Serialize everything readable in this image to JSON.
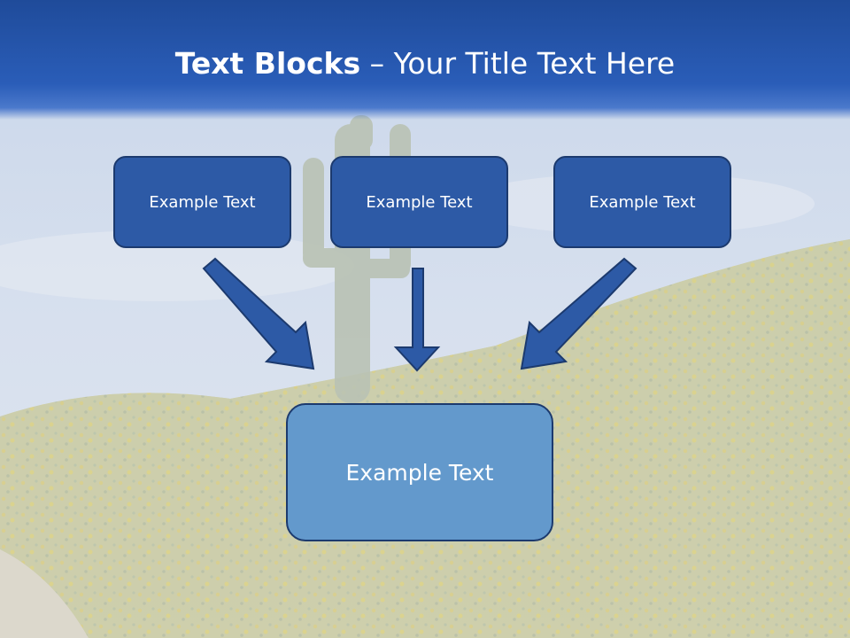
{
  "slide": {
    "title_bold": "Text Blocks",
    "title_dash": " – ",
    "title_rest": "Your Title Text Here",
    "boxes": {
      "left": "Example Text",
      "center": "Example Text",
      "right": "Example Text",
      "bottom": "Example Text"
    }
  },
  "colors": {
    "header": "#2a5db8",
    "box_fill": "#2d5aa6",
    "box_border": "#1c3a6e",
    "bottom_box_fill": "#6399cc",
    "arrow_fill": "#2d5aa6"
  }
}
